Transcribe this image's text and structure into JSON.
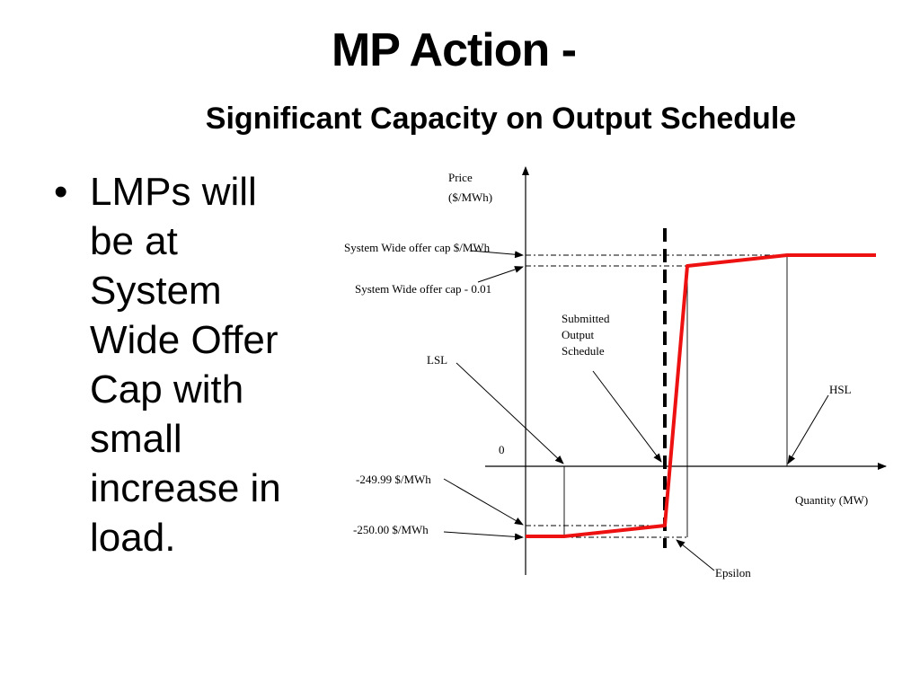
{
  "slide": {
    "title": "MP Action -",
    "subtitle": "Significant Capacity on Output Schedule",
    "bullets": [
      {
        "lines": [
          "LMPs will",
          "be at",
          "System",
          "Wide Offer",
          "Cap with",
          "small",
          "increase in",
          "load."
        ]
      }
    ]
  },
  "diagram": {
    "y_axis_label_line1": "Price",
    "y_axis_label_line2": "($/MWh)",
    "x_axis_label": "Quantity (MW)",
    "zero_label": "0",
    "labels": {
      "offer_cap": "System Wide offer cap $/MWh",
      "offer_cap_minus": "System Wide offer cap - 0.01",
      "schedule_line1": "Submitted",
      "schedule_line2": "Output",
      "schedule_line3": "Schedule",
      "lsl": "LSL",
      "hsl": "HSL",
      "floor_plus": "-249.99 $/MWh",
      "floor": "-250.00 $/MWh",
      "epsilon": "Epsilon"
    },
    "colors": {
      "offer_curve": "#ee1111",
      "lines": "#000000"
    }
  }
}
